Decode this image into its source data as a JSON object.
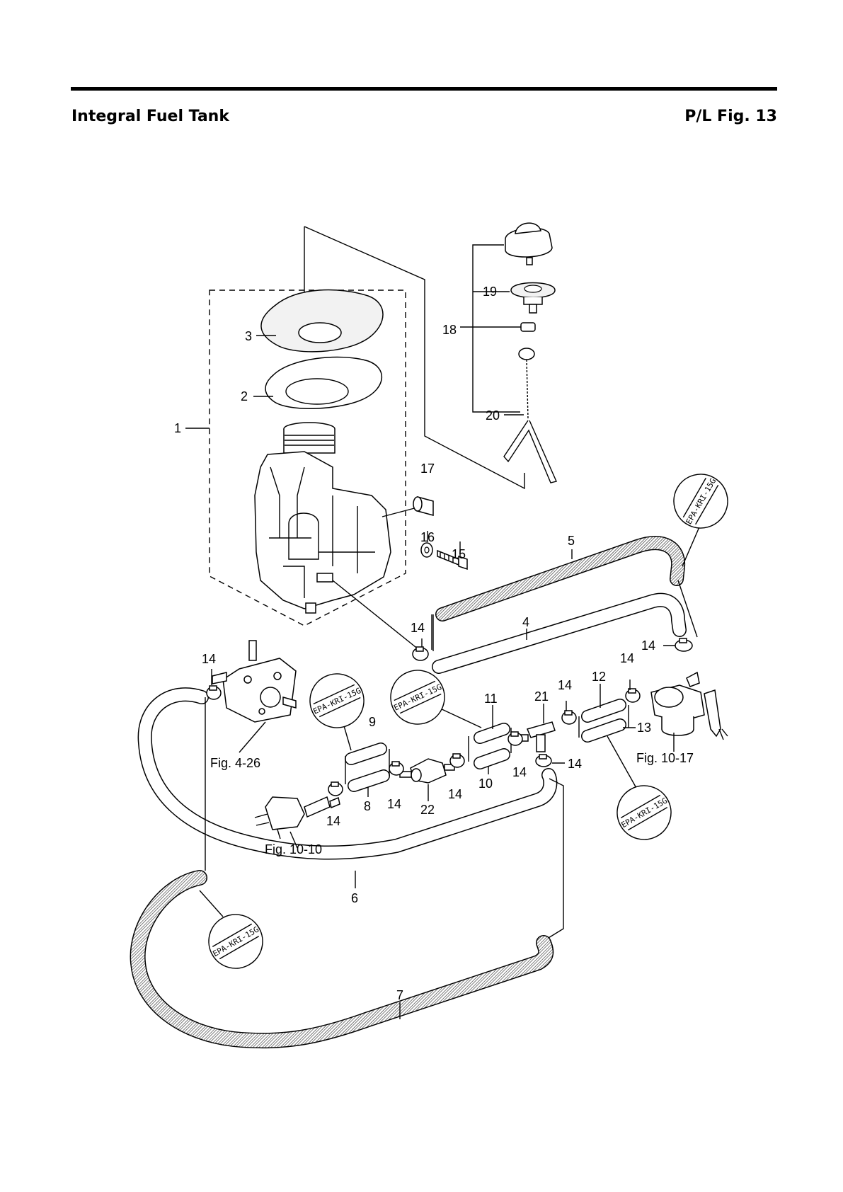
{
  "header": {
    "title": "Integral Fuel Tank",
    "figure_ref": "P/L Fig. 13"
  },
  "stamp_text": "EPA-KRI-15G",
  "labels": {
    "p1": "1",
    "p2": "2",
    "p3": "3",
    "p4": "4",
    "p5": "5",
    "p6": "6",
    "p7": "7",
    "p8": "8",
    "p9": "9",
    "p10": "10",
    "p11": "11",
    "p12": "12",
    "p13": "13",
    "p14": "14",
    "p15": "15",
    "p16": "16",
    "p17": "17",
    "p18": "18",
    "p19": "19",
    "p20": "20",
    "p21": "21",
    "p22": "22"
  },
  "references": {
    "fig_4_26": "Fig. 4-26",
    "fig_10_10": "Fig. 10-10",
    "fig_10_17": "Fig. 10-17"
  }
}
